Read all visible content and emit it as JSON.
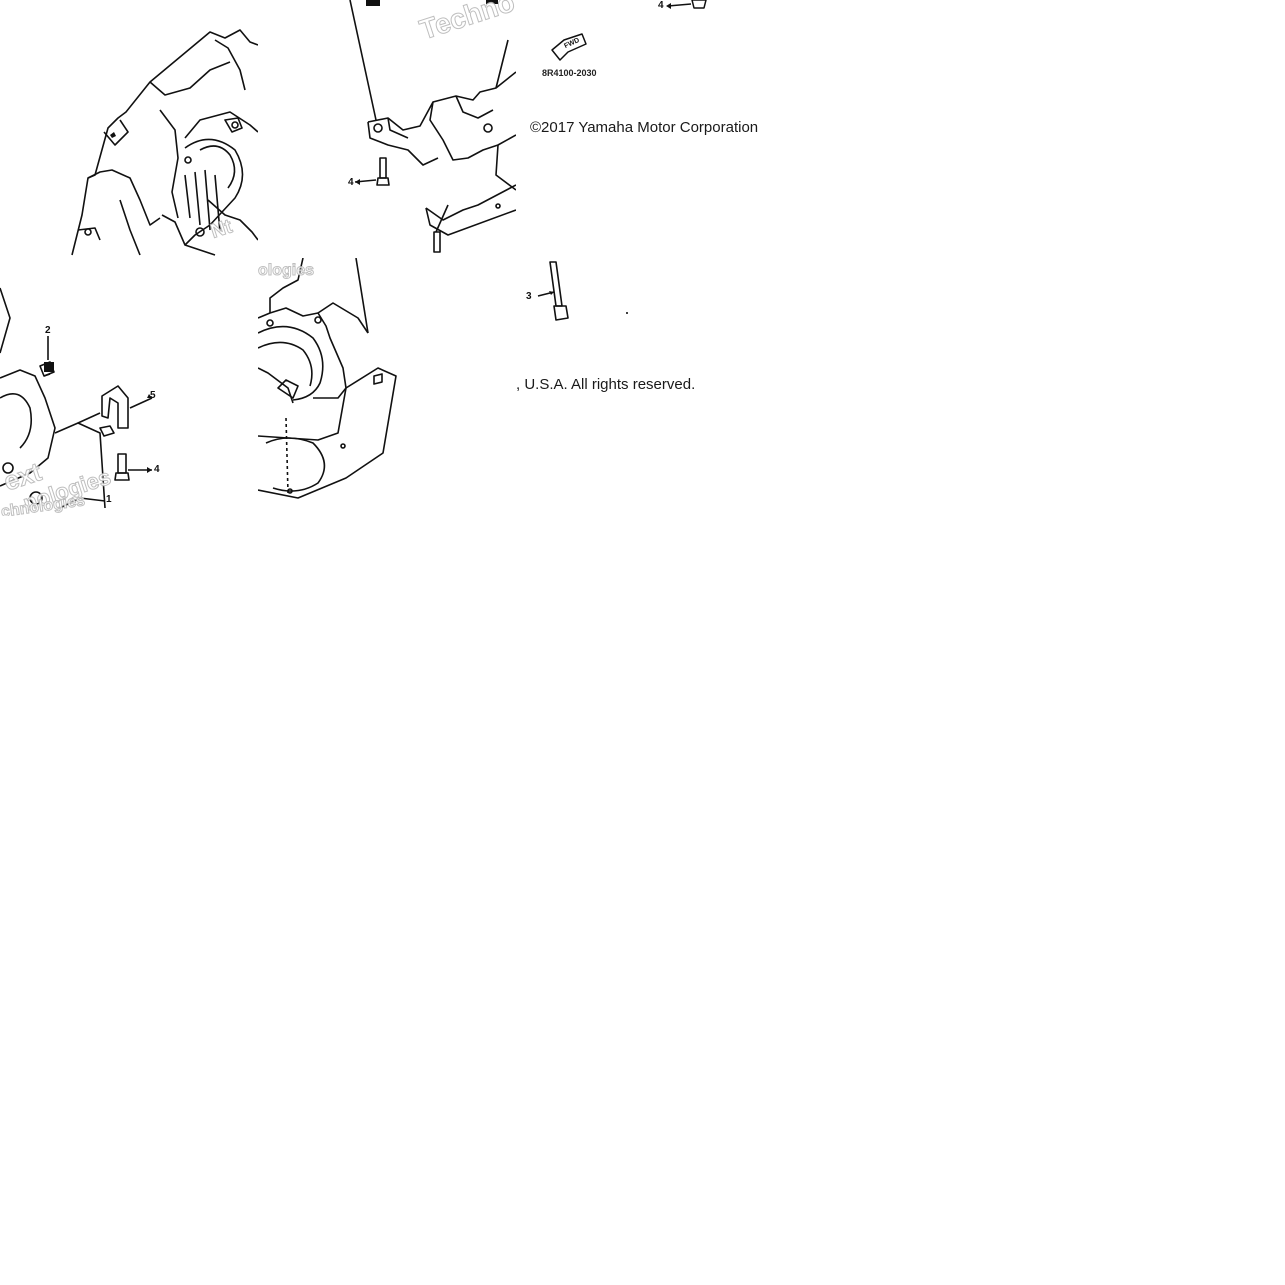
{
  "callouts": {
    "c1": "1",
    "c2": "2",
    "c3": "3",
    "c4a": "4",
    "c4b": "4",
    "c4c": "4",
    "c5": "5"
  },
  "part_code": "8R4100-2030",
  "fwd_label": "FWD",
  "copyright": {
    "line1": "©2017 Yamaha Motor Corporation",
    "line2": ", U.S.A. All rights reserved."
  },
  "watermarks": {
    "w1": "Techno",
    "w2": "ext",
    "w3": "nologies",
    "w4": "chnologies",
    "w5": "Nt",
    "w6": "ologies"
  },
  "colors": {
    "line": "#111111",
    "background": "#ffffff",
    "watermark": "#b9b9b9"
  }
}
